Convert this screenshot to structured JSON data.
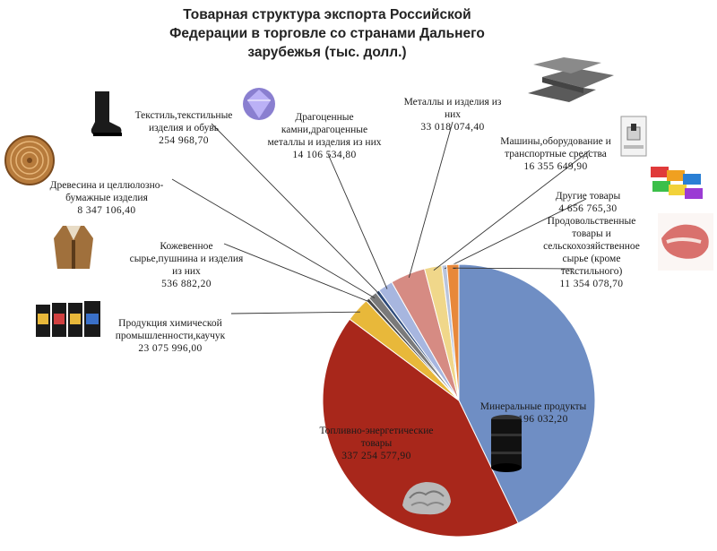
{
  "chart_data": {
    "type": "pie",
    "title": "Товарная структура экспорта Российской\nФедерации в торговле со странами Дальнего\nзарубежья (тыс. долл.)",
    "slices": [
      {
        "name": "Минеральные продукты",
        "value": 341196032.2,
        "value_label": "341 196 032,20",
        "color": "#6f8ec4"
      },
      {
        "name": "Топливно-энергетические\nтовары",
        "value": 337254577.9,
        "value_label": "337 254 577,90",
        "color": "#a8271b"
      },
      {
        "name": "Продукция химической\nпромышленности,каучук",
        "value": 23075996.0,
        "value_label": "23 075 996,00",
        "color": "#e8b83a"
      },
      {
        "name": "Кожевенное\nсырье,пушнина и изделия\nиз них",
        "value": 536882.2,
        "value_label": "536 882,20",
        "color": "#4a4a4a"
      },
      {
        "name": "Древесина и целлюлозно-\nбумажные изделия",
        "value": 8347106.4,
        "value_label": "8 347 106,40",
        "color": "#7a7a7a"
      },
      {
        "name": "Текстиль,текстильные\nизделия и обувь",
        "value": 254968.7,
        "value_label": "254 968,70",
        "color": "#2c4a7a"
      },
      {
        "name": "Драгоценные\nкамни,драгоценные\nметаллы и изделия из них",
        "value": 14106534.8,
        "value_label": "14 106 534,80",
        "color": "#a7b6df"
      },
      {
        "name": "Металлы и изделия из\nних",
        "value": 33018074.4,
        "value_label": "33 018 074,40",
        "color": "#d68b83"
      },
      {
        "name": "Машины,оборудование и\nтранспортные средства",
        "value": 16355649.9,
        "value_label": "16 355 649,90",
        "color": "#f0d78a"
      },
      {
        "name": "Другие товары",
        "value": 4656765.3,
        "value_label": "4 656 765,30",
        "color": "#b9c4dc"
      },
      {
        "name": "Продовольственные\nтовары и\nсельскохозяйственное\nсырье (кроме\nтекстильного)",
        "value": 11354078.7,
        "value_label": "11 354 078,70",
        "color": "#e8883a"
      }
    ]
  },
  "colors": {
    "leader_line": "#333333",
    "background": "#ffffff"
  }
}
